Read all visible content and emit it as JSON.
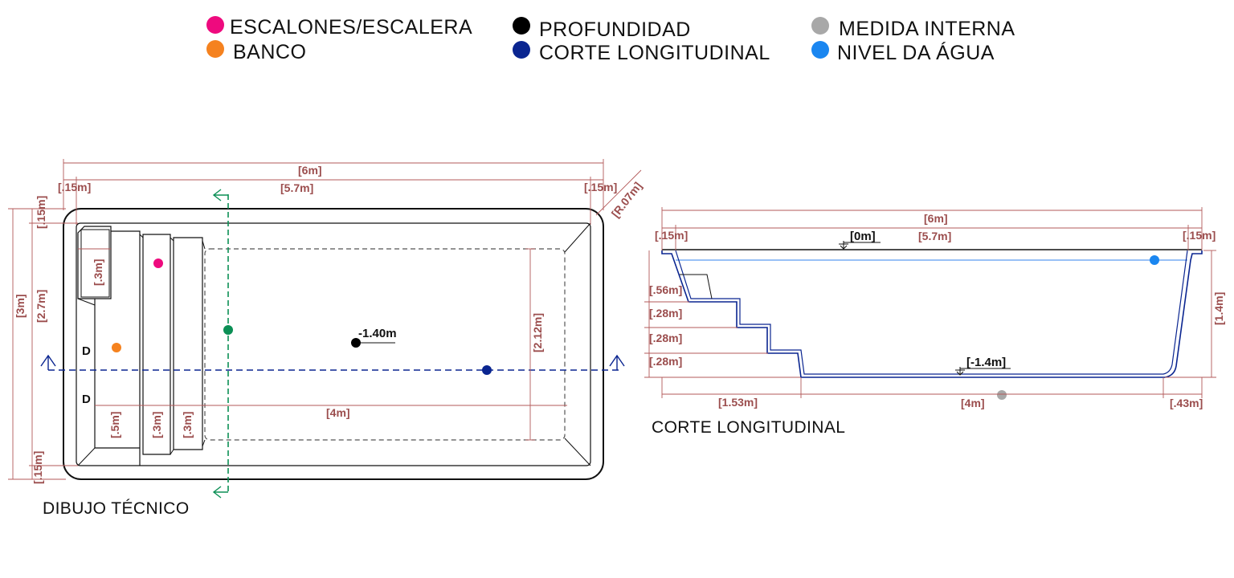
{
  "colors": {
    "escalones": "#ee0a7e",
    "banco": "#f5821f",
    "profundidad": "#000000",
    "corte": "#0a2590",
    "medida": "#a8a8a8",
    "nivel": "#1a86f0",
    "section_marker": "#0b8f55",
    "dimension": "#b35a5a"
  },
  "legend": [
    {
      "label": "ESCALONES/ESCALERA",
      "color_key": "escalones"
    },
    {
      "label": "BANCO",
      "color_key": "banco"
    },
    {
      "label": "PROFUNDIDAD",
      "color_key": "profundidad"
    },
    {
      "label": "CORTE LONGITUDINAL",
      "color_key": "corte"
    },
    {
      "label": "MEDIDA INTERNA",
      "color_key": "medida"
    },
    {
      "label": "NIVEL DA ÁGUA",
      "color_key": "nivel"
    }
  ],
  "plan": {
    "title": "DIBUJO TÉCNICO",
    "depth_label": "-1.40m",
    "dims": {
      "total_length": "[6m]",
      "inner_length": "[5.7m]",
      "rim_left": "[.15m]",
      "rim_right": "[.15m]",
      "radius": "[R.07m]",
      "total_width": "[3m]",
      "inner_width": "[2.7m]",
      "rim_top": "[.15m]",
      "rim_bottom": "[.15m]",
      "bench_depth": "[.3m]",
      "bench_width": "[.5m]",
      "step_1": "[.3m]",
      "step_2": "[.3m]",
      "floor_length": "[4m]",
      "floor_width": "[2.12m]"
    }
  },
  "section": {
    "title": "CORTE LONGITUDINAL",
    "level_top": "[0m]",
    "level_bottom": "[-1.4m]",
    "dims": {
      "total_length": "[6m]",
      "inner_length": "[5.7m]",
      "rim_left": "[.15m]",
      "rim_right": "[.15m]",
      "depth": "[1.4m]",
      "step_a": "[.56m]",
      "step_b": "[.28m]",
      "step_c": "[.28m]",
      "step_d": "[.28m]",
      "stairs_run": "[1.53m]",
      "floor": "[4m]",
      "end_slope": "[.43m]"
    }
  }
}
